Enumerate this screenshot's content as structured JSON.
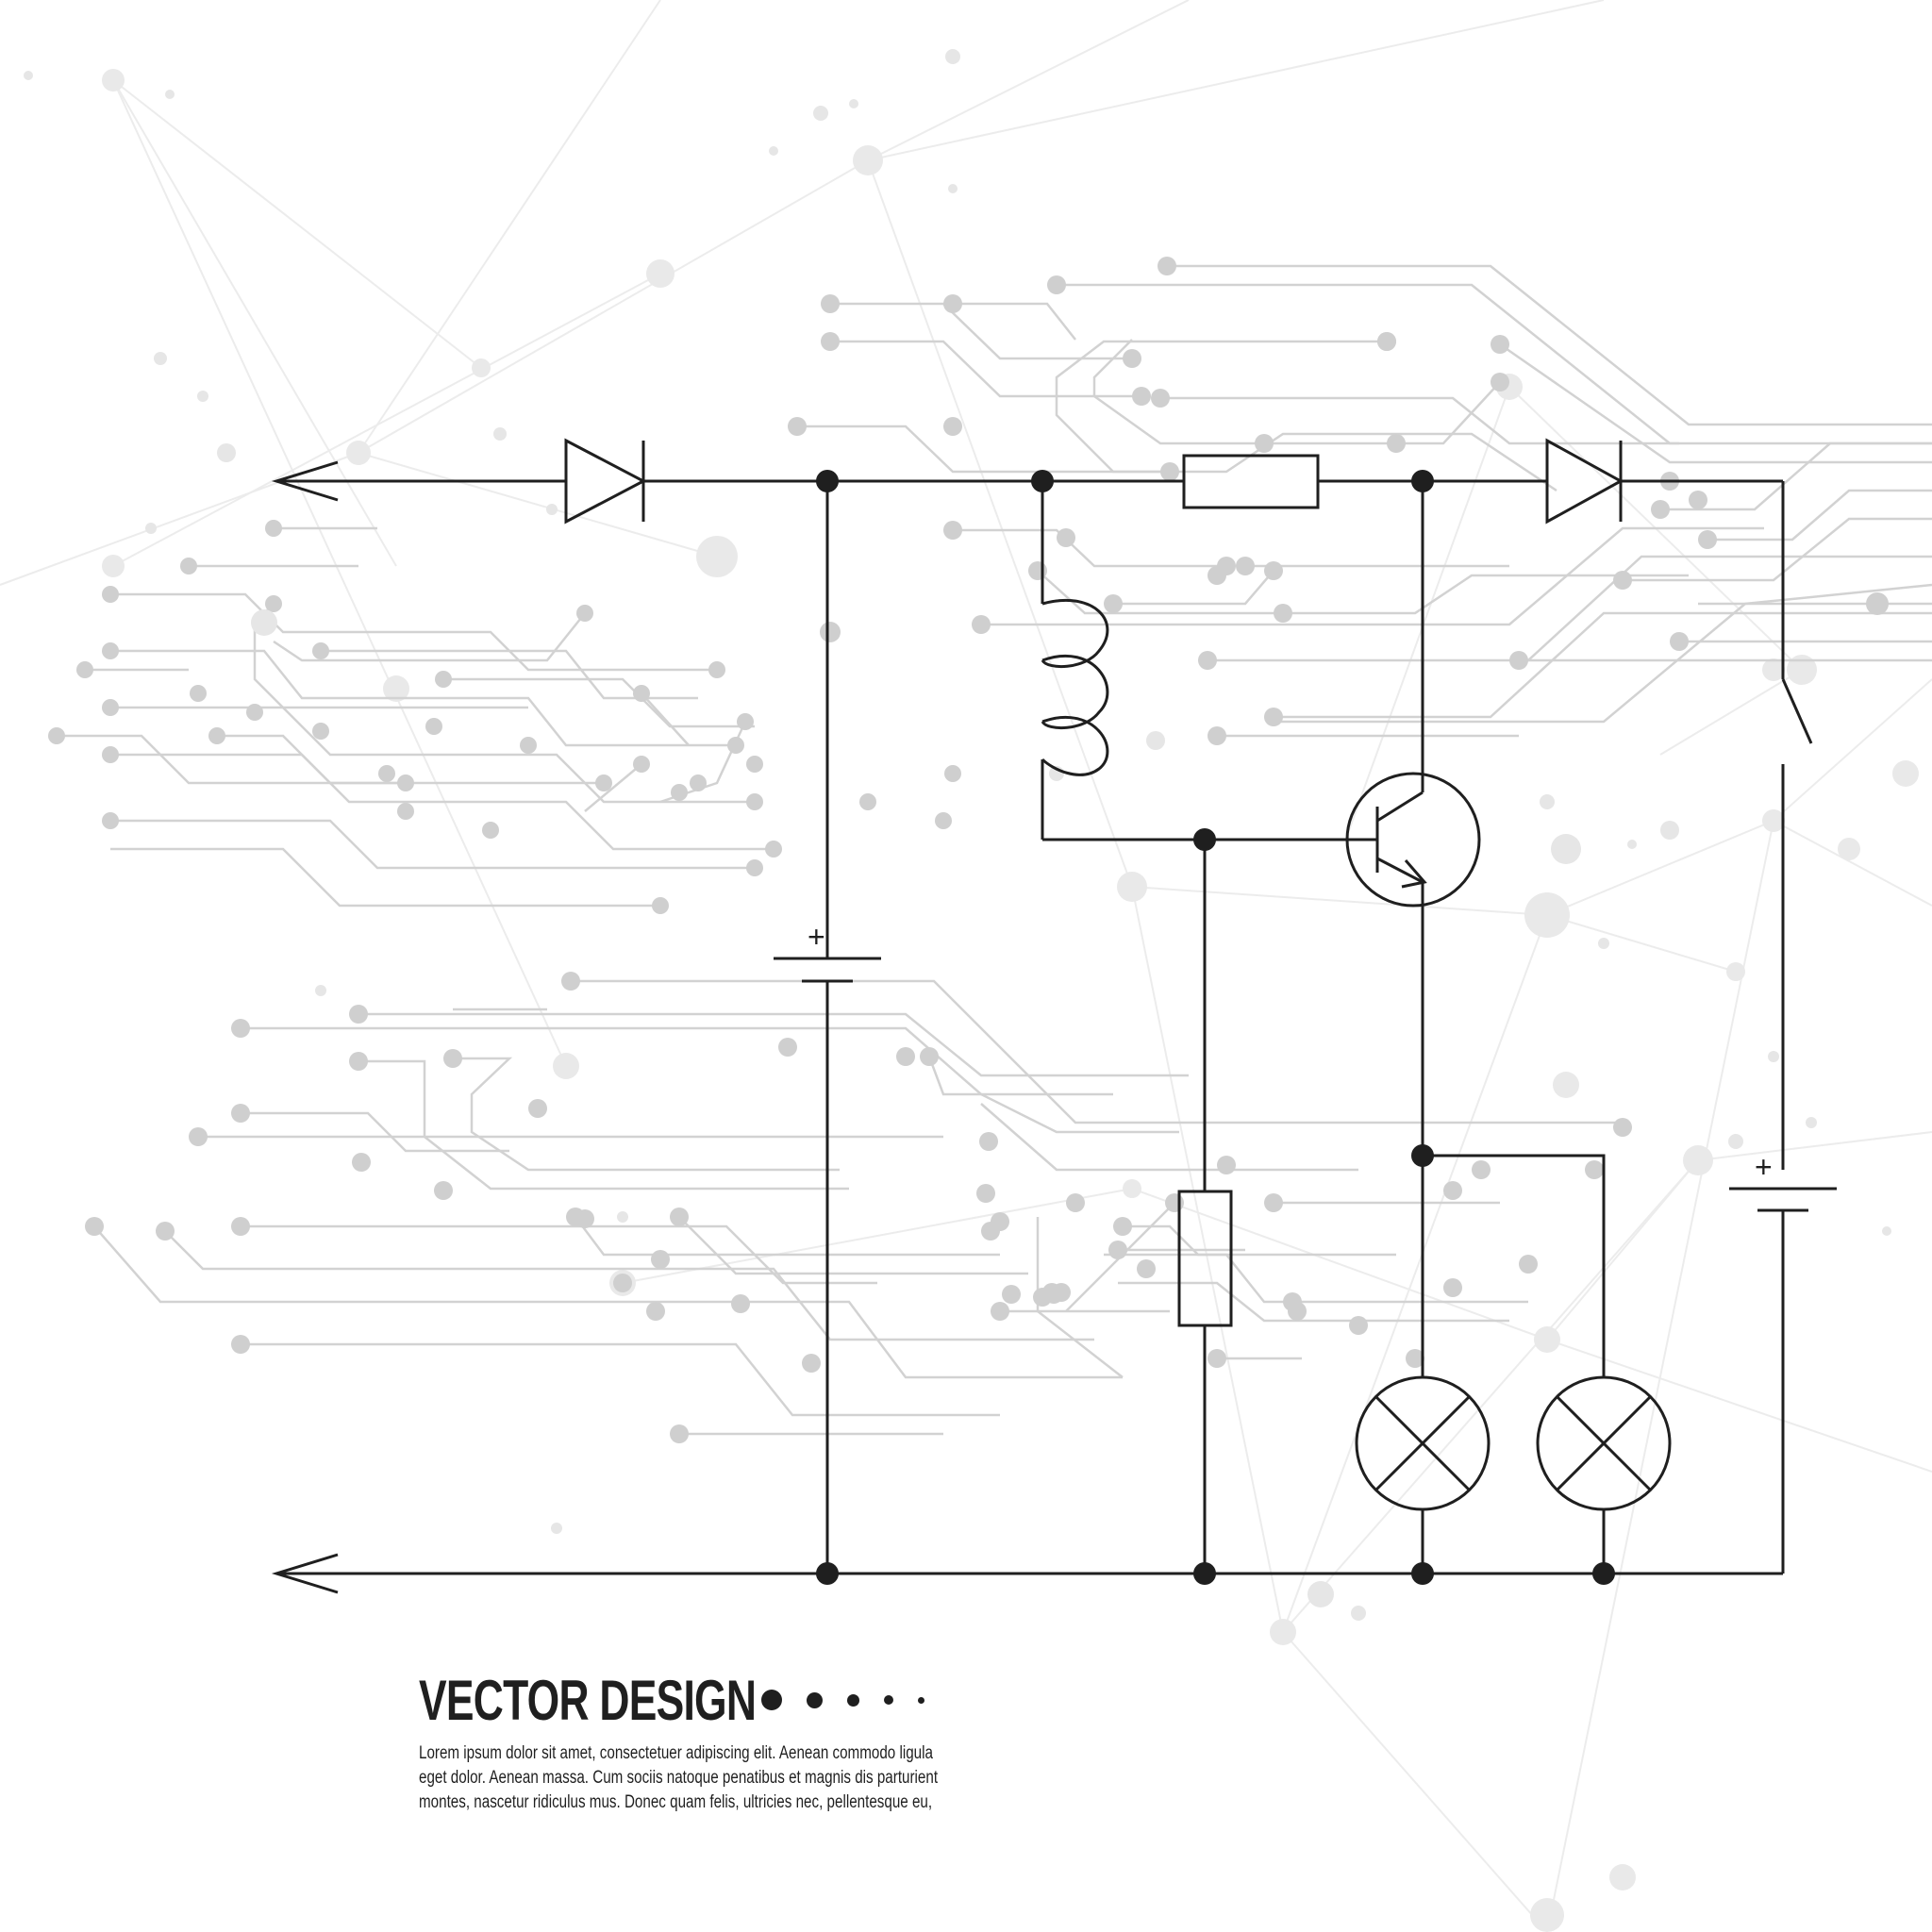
{
  "title": "VECTOR DESIGN",
  "body_lines": [
    "Lorem ipsum dolor sit amet, consectetuer adipiscing elit. Aenean commodo ligula",
    "eget dolor. Aenean massa. Cum sociis natoque penatibus et magnis dis parturient",
    "montes, nascetur ridiculus mus. Donec quam felis, ultricies nec, pellentesque eu,"
  ],
  "battery_left_label": "+",
  "battery_right_label": "+",
  "colors": {
    "line": "#1f1f1f",
    "trace": "#d0d0d0",
    "node_light": "#d6d6d6",
    "background": "#ffffff"
  }
}
